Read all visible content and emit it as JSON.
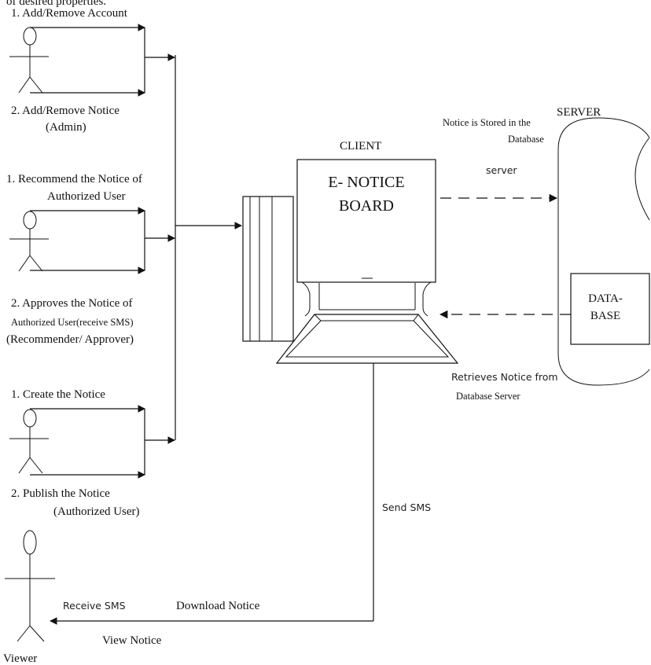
{
  "top_clip": "of desired properties.",
  "admin": {
    "action1": "1. Add/Remove Account",
    "action2": "2. Add/Remove Notice",
    "role": "(Admin)"
  },
  "recommender": {
    "action1_line1": "1. Recommend the Notice of",
    "action1_line2": "Authorized User",
    "action2_line1": "2. Approves the Notice of",
    "action2_line2": "Authorized User(receive SMS)",
    "role": "(Recommender/ Approver)"
  },
  "author": {
    "action1": "1. Create the Notice",
    "action2": "2. Publish the Notice",
    "role": "(Authorized User)"
  },
  "viewer": {
    "label": "Viewer",
    "receive_sms": "Receive SMS",
    "download_notice": "Download Notice",
    "view_notice": "View Notice"
  },
  "client": {
    "label": "CLIENT",
    "screen_line1": "E- NOTICE",
    "screen_line2": "BOARD"
  },
  "server": {
    "label": "SERVER",
    "db_line1": "DATA-",
    "db_line2": "BASE"
  },
  "flows": {
    "store_line1": "Notice is Stored in the",
    "store_line2": "Database",
    "store_line3": "server",
    "retrieve_line1": "Retrieves Notice from",
    "retrieve_line2": "Database Server",
    "send_sms": "Send SMS"
  }
}
